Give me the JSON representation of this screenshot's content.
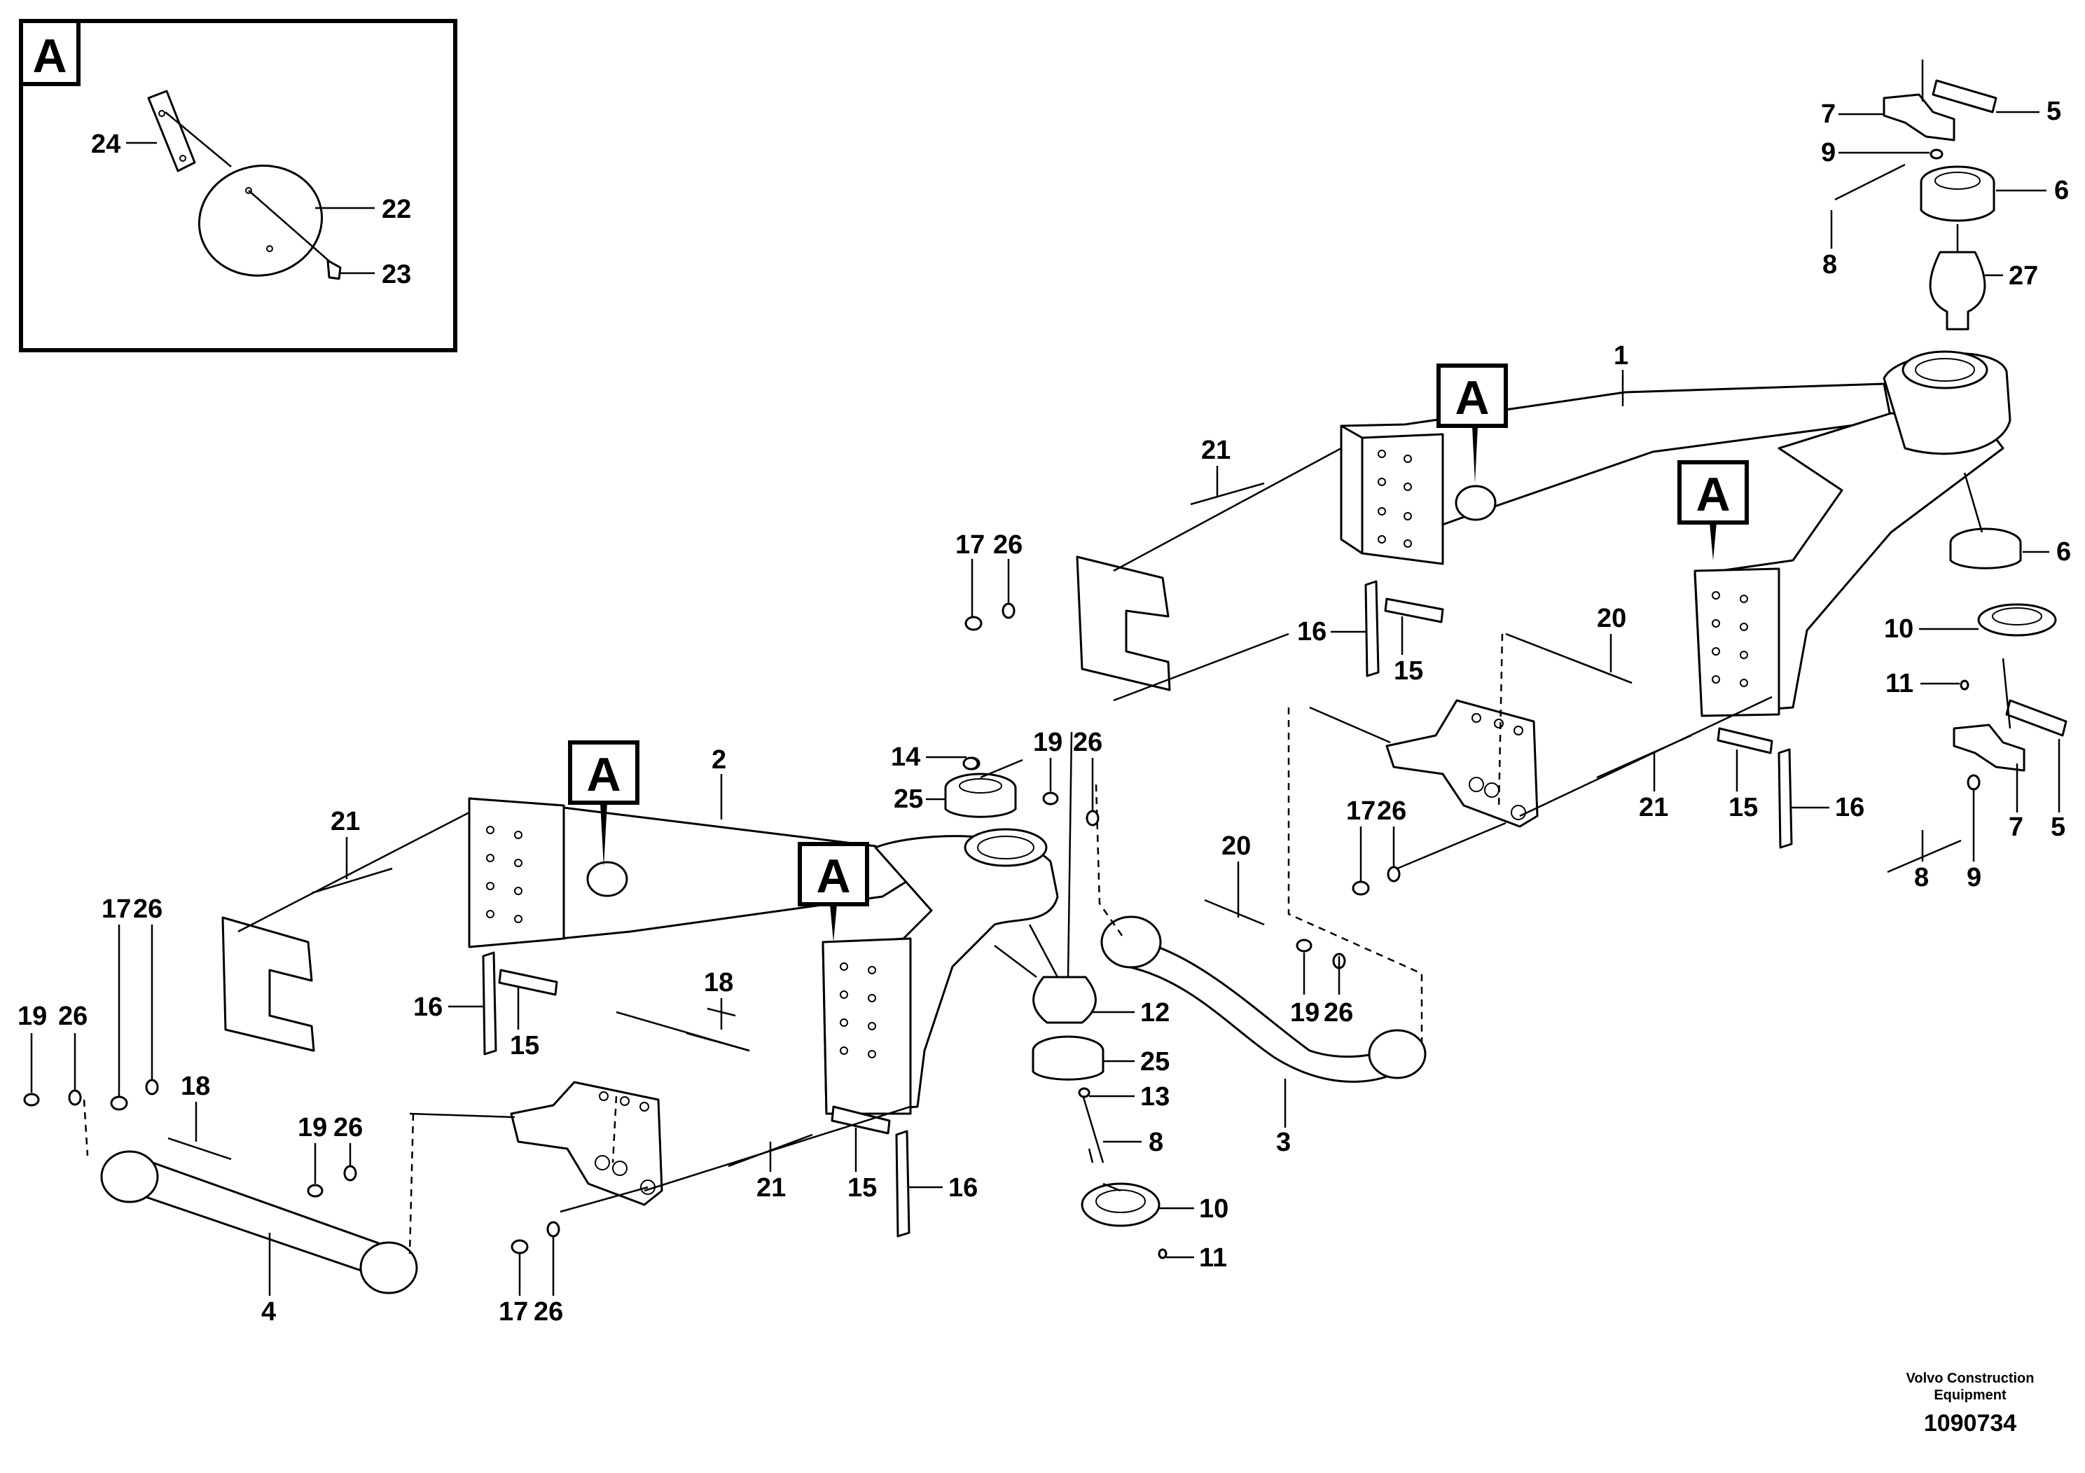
{
  "detail_box": {
    "label": "A",
    "items": [
      "24",
      "22",
      "23"
    ]
  },
  "callouts": {
    "c1": {
      "text": "A"
    },
    "c2": {
      "text": "A"
    },
    "c3": {
      "text": "A"
    },
    "c4": {
      "text": "A"
    }
  },
  "labels": {
    "l1": "1",
    "l2": "2",
    "l3": "3",
    "l4": "4",
    "l5a": "5",
    "l5b": "5",
    "l6a": "6",
    "l6b": "6",
    "l7a": "7",
    "l7b": "7",
    "l8a": "8",
    "l8b": "8",
    "l8c": "8",
    "l9a": "9",
    "l9b": "9",
    "l10a": "10",
    "l10b": "10",
    "l11a": "11",
    "l11b": "11",
    "l12": "12",
    "l13": "13",
    "l14": "14",
    "l15a": "15",
    "l15b": "15",
    "l15c": "15",
    "l15d": "15",
    "l16a": "16",
    "l16b": "16",
    "l16c": "16",
    "l16d": "16",
    "l17a": "17",
    "l17b": "17",
    "l17c": "17",
    "l17d": "17",
    "l18a": "18",
    "l18b": "18",
    "l19a": "19",
    "l19b": "19",
    "l19c": "19",
    "l19d": "19",
    "l20a": "20",
    "l20b": "20",
    "l21a": "21",
    "l21b": "21",
    "l21c": "21",
    "l21d": "21",
    "l22": "22",
    "l23": "23",
    "l24": "24",
    "l25a": "25",
    "l25b": "25",
    "l26a": "26",
    "l26b": "26",
    "l26c": "26",
    "l26d": "26",
    "l26e": "26",
    "l26f": "26",
    "l26g": "26",
    "l26h": "26",
    "l27": "27"
  },
  "footer": {
    "company_line1": "Volvo Construction",
    "company_line2": "Equipment",
    "drawing_number": "1090734"
  }
}
